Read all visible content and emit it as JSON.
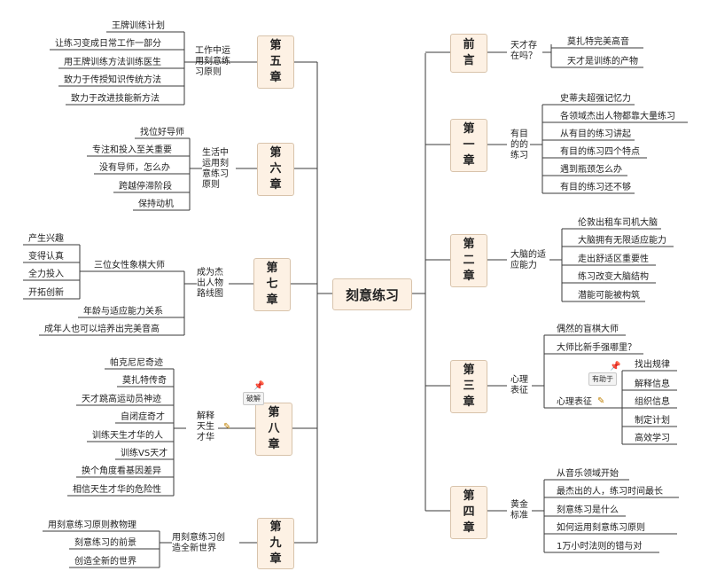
{
  "root": "刻意练习",
  "colors": {
    "line": "#3a3a3a",
    "node_fill": "#fdf1e4",
    "node_border": "#d8c3ab"
  },
  "chapters": [
    {
      "id": "qianyan",
      "label": "前\n言",
      "subs": [
        {
          "text": "天才存\n在吗？",
          "leaves": [
            "莫扎特完美高音",
            "天才是训练的产物"
          ]
        }
      ]
    },
    {
      "id": "ch1",
      "label": "第\n一\n章",
      "subs": [
        {
          "text": "有目\n的的\n练习",
          "leaves": [
            "史蒂夫超强记忆力",
            "各领域杰出人物都靠大量练习",
            "从有目的练习讲起",
            "有目的练习四个特点",
            "遇到瓶颈怎么办",
            "有目的练习还不够"
          ]
        }
      ]
    },
    {
      "id": "ch2",
      "label": "第\n二\n章",
      "subs": [
        {
          "text": "大脑的适\n应能力",
          "leaves": [
            "伦敦出租车司机大脑",
            "大脑拥有无限适应能力",
            "走出舒适区重要性",
            "练习改变大脑结构",
            "潜能可能被构筑"
          ]
        }
      ]
    },
    {
      "id": "ch3",
      "label": "第\n三\n章",
      "subs": [
        {
          "text": "心理\n表征",
          "leaves": [
            "偶然的盲棋大师",
            "大师比新手强哪里？"
          ],
          "subs": [
            {
              "text": "心理表征",
              "badge": "有助于",
              "leaves": [
                "找出规律",
                "解释信息",
                "组织信息",
                "制定计划",
                "高效学习"
              ]
            }
          ]
        }
      ]
    },
    {
      "id": "ch4",
      "label": "第\n四\n章",
      "subs": [
        {
          "text": "黄金\n标准",
          "leaves": [
            "从音乐领域开始",
            "最杰出的人，练习时间最长",
            "刻意练习是什么",
            "如何运用刻意练习原则",
            "1万小时法则的错与对"
          ]
        }
      ]
    },
    {
      "id": "ch5",
      "label": "第\n五\n章",
      "subs": [
        {
          "text": "工作中运\n用刻意练\n习原则",
          "leaves": [
            "王牌训练计划",
            "让练习变成日常工作一部分",
            "用王牌训练方法训练医生",
            "致力于传授知识传统方法",
            "致力于改进技能新方法"
          ]
        }
      ]
    },
    {
      "id": "ch6",
      "label": "第\n六\n章",
      "subs": [
        {
          "text": "生活中\n运用刻\n意练习\n原则",
          "leaves": [
            "找位好导师",
            "专注和投入至关重要",
            "没有导师，怎么办",
            "跨越停滞阶段",
            "保持动机"
          ]
        }
      ]
    },
    {
      "id": "ch7",
      "label": "第\n七\n章",
      "subs": [
        {
          "text": "成为杰\n出人物\n路线图",
          "subs": [
            {
              "text": "三位女性象棋大师",
              "leaves": [
                "产生兴趣",
                "变得认真",
                "全力投入",
                "开拓创新"
              ]
            }
          ],
          "leaves": [
            "年龄与适应能力关系",
            "成年人也可以培养出完美音高"
          ]
        }
      ]
    },
    {
      "id": "ch8",
      "label": "第\n八\n章",
      "subs": [
        {
          "text": "解释\n天生\n才华",
          "badge": "破解",
          "leaves": [
            "帕克尼尼奇迹",
            "莫扎特传奇",
            "天才跳高运动员神迹",
            "自闭症奇才",
            "训练天生才华的人",
            "训练VS天才",
            "换个角度看基因差异",
            "相信天生才华的危险性"
          ]
        }
      ]
    },
    {
      "id": "ch9",
      "label": "第\n九\n章",
      "subs": [
        {
          "text": "用刻意练习创\n造全新世界",
          "leaves": [
            "用刻意练习原则教物理",
            "刻意练习的前景",
            "创造全新的世界"
          ]
        }
      ]
    }
  ]
}
